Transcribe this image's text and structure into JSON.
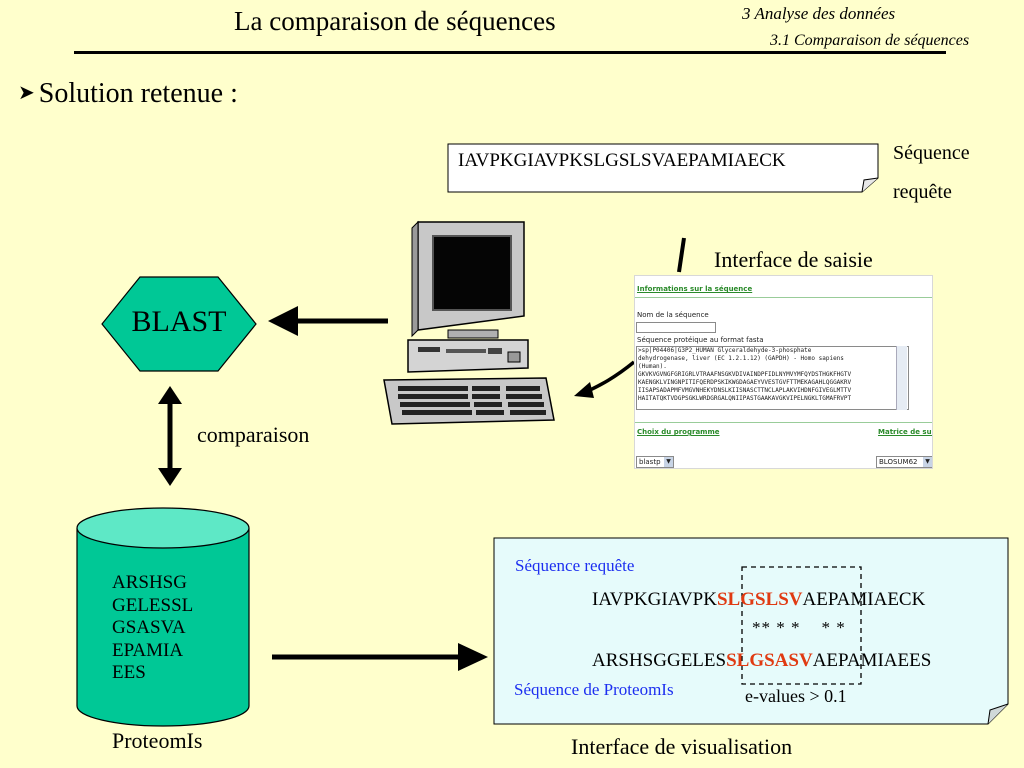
{
  "header": {
    "title": "La comparaison de séquences",
    "section": "3 Analyse des données",
    "subsection": "3.1 Comparaison de séquences"
  },
  "bullet": {
    "text": "Solution retenue :"
  },
  "query_box": {
    "sequence": "IAVPKGIAVPKSLGSLSVAEPAMIAECK"
  },
  "query_label": {
    "line1": "Séquence",
    "line2": "requête"
  },
  "input_interface": {
    "label": "Interface de saisie",
    "form": {
      "section_info": "Informations sur la séquence",
      "name_label": "Nom de la séquence",
      "protein_label": "Séquence protéique au format fasta",
      "fasta_text": ">sp|P04406|G3P2_HUMAN Glyceraldehyde-3-phosphate\ndehydrogenase, liver (EC 1.2.1.12) (GAPDH) - Homo sapiens\n(Human).\nGKVKVGVNGFGRIGRLVTRAAFNSGKVDIVAINDPFIDLNYMVYMFQYDSTHGKFHGTV\nKAENGKLVINGNPITIFQERDPSKIKWGDAGAEYVVESTGVFTTMEKAGAHLQGGAKRV\nIISAPSADAPMFVMGVNHEKYDNSLKIISNASCTTNCLAPLAKVIHDNFGIVEGLMTTV\nHAITATQKTVDGPSGKLWRDGRGALQNIIPASTGAAKAVGKVIPELNGKLTGMAFRVPT",
      "program_header": "Choix du programme",
      "program_value": "blastp",
      "matrix_header": "Matrice de sub",
      "matrix_value": "BLOSUM62"
    }
  },
  "blast": {
    "label": "BLAST"
  },
  "comparison_label": "comparaison",
  "database": {
    "lines": [
      "ARSHSG",
      "GELESSL",
      "GSASVA",
      "EPAMIA",
      "EES"
    ],
    "label": "ProteomIs"
  },
  "visualization": {
    "label": "Interface de visualisation",
    "query_label": "Séquence requête",
    "query_seq": {
      "prefix": "IAVPKGIAVPK",
      "match": "SLGSLSV",
      "suffix": "AEPAMIAECK"
    },
    "stars": "** * *    * *",
    "db_seq": {
      "prefix": "ARSHSGGELES",
      "match": "SLGSASV",
      "suffix": "AEPAMIAEES"
    },
    "db_label": "Séquence de ProteomIs",
    "evalue": "e-values > 0.1"
  },
  "colors": {
    "background": "#ffffcc",
    "teal": "#00c896",
    "vis_panel": "#e6fbfb",
    "highlight": "#e03a12",
    "blue_label": "#1d2ff0"
  }
}
